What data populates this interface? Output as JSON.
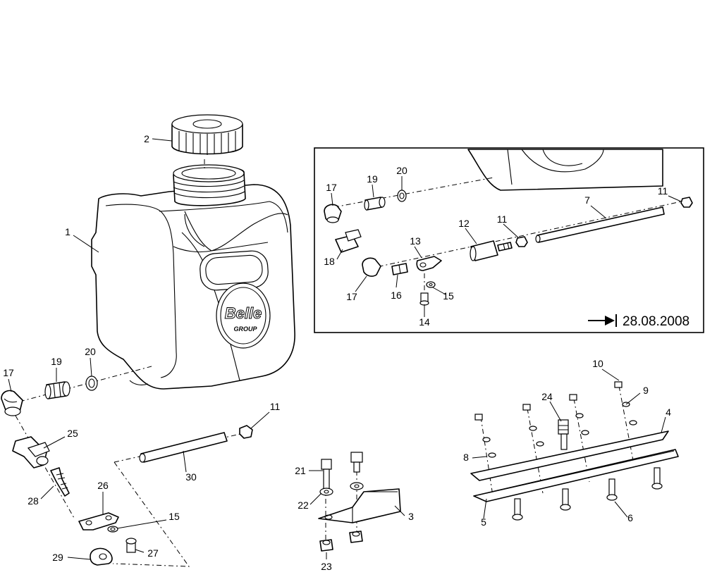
{
  "logo": {
    "brand": "Belle",
    "sub": "GROUP"
  },
  "inset": {
    "date": "28.08.2008",
    "arrow_icon": "right-arrow-to-bar-icon"
  },
  "callouts": {
    "c2": "2",
    "c1": "1",
    "c17a": "17",
    "c19a": "19",
    "c20a": "20",
    "c25": "25",
    "c28": "28",
    "c26": "26",
    "c15a": "15",
    "c29": "29",
    "c27": "27",
    "c11a": "11",
    "c30": "30",
    "c21": "21",
    "c22": "22",
    "c23": "23",
    "c3": "3",
    "c10": "10",
    "c9": "9",
    "c24": "24",
    "c4": "4",
    "c8": "8",
    "c5": "5",
    "c6": "6",
    "i17a": "17",
    "i19": "19",
    "i20": "20",
    "i18": "18",
    "i17b": "17",
    "i16": "16",
    "i13": "13",
    "i15": "15",
    "i14": "14",
    "i12": "12",
    "i11a": "11",
    "i7": "7",
    "i11b": "11"
  }
}
